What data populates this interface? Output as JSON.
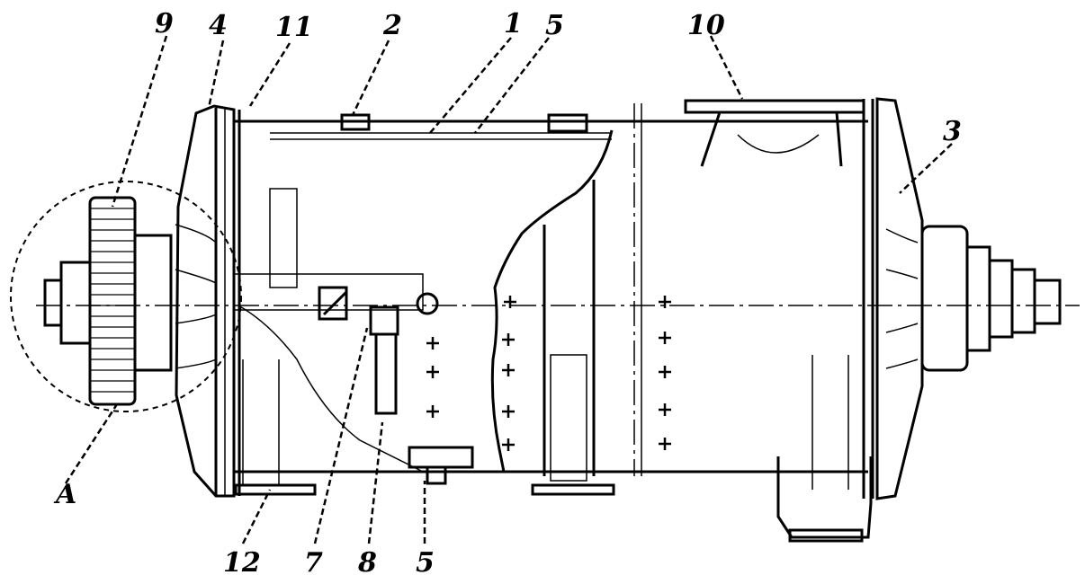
{
  "labels": {
    "l9": "9",
    "l4": "4",
    "l11": "11",
    "l2": "2",
    "l1": "1",
    "l5top": "5",
    "l10": "10",
    "l3": "3",
    "lA": "A",
    "l12": "12",
    "l7": "7",
    "l8": "8",
    "l5bottom": "5"
  }
}
